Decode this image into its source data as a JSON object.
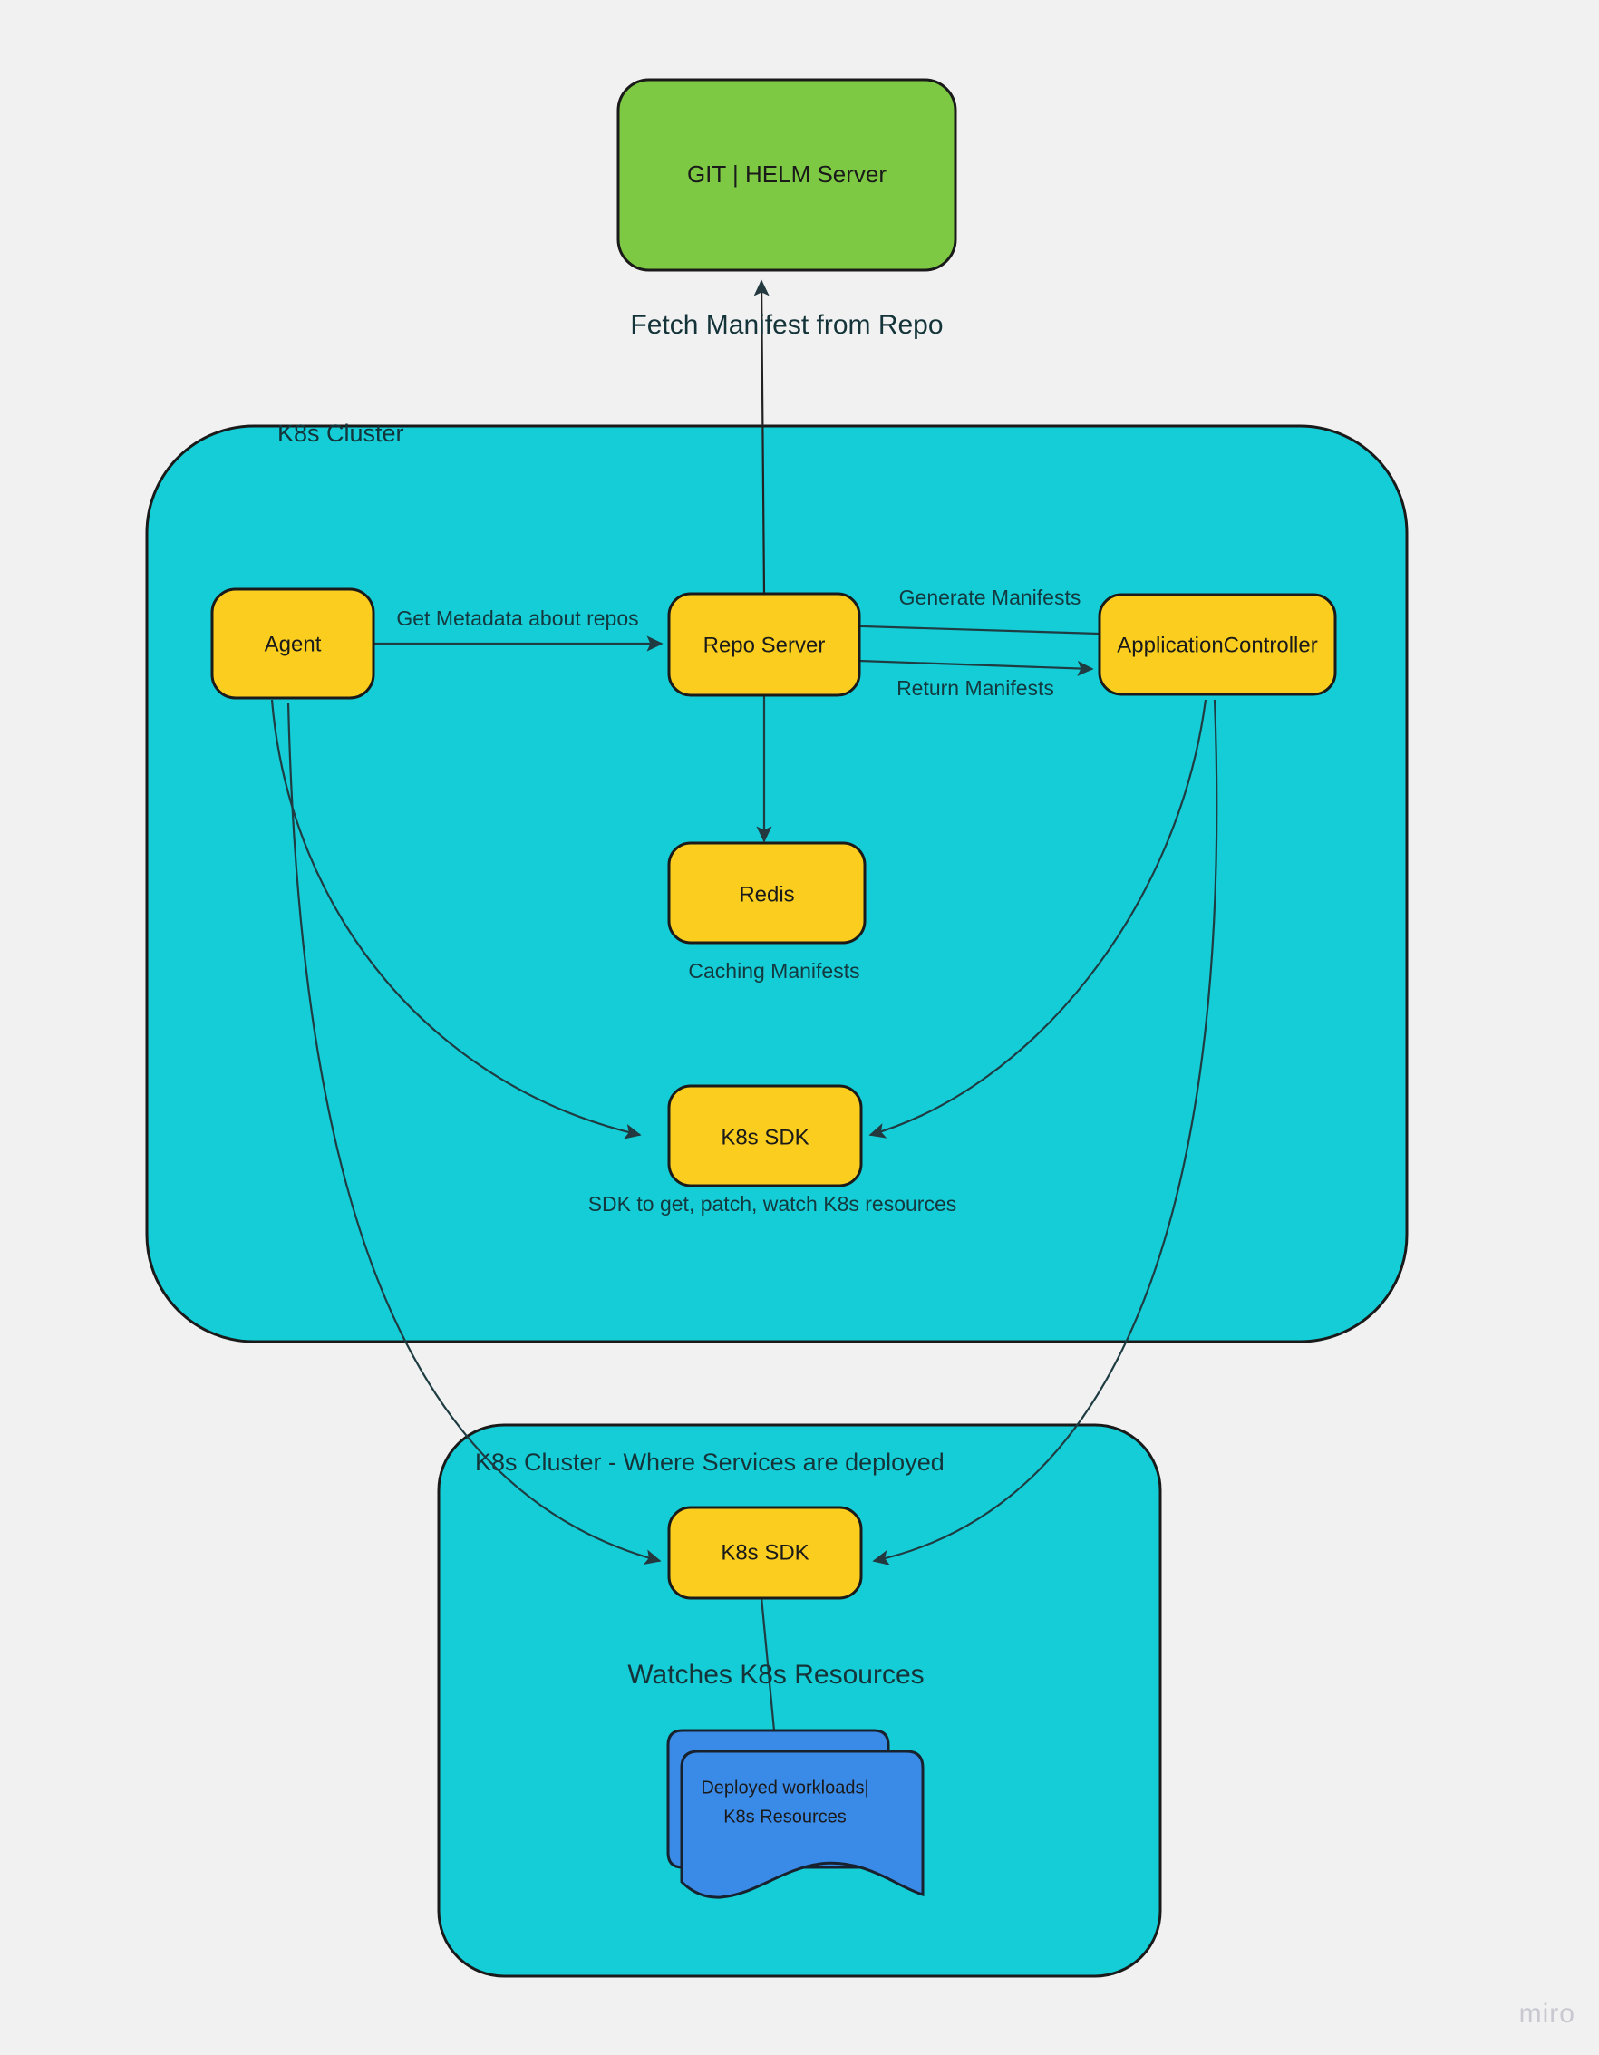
{
  "canvas": {
    "background": "#f1f1f1",
    "watermark": "miro"
  },
  "palette": {
    "node_fill": "#facd1e",
    "node_stroke": "#1a1a1a",
    "cluster_fill": "#15cdd6",
    "cluster_stroke": "#1a1a1a",
    "git_fill": "#7dc943",
    "workload_fill": "#3a8ae8",
    "workload_stroke": "#17222e",
    "connector_stroke": "#1e3c42",
    "text": "#14343a"
  },
  "nodes": {
    "git_helm_server": {
      "label": "GIT | HELM Server",
      "font_size": 26
    },
    "agent": {
      "label": "Agent",
      "font_size": 24
    },
    "repo_server": {
      "label": "Repo Server",
      "font_size": 24
    },
    "application_controller": {
      "label": "ApplicationController",
      "font_size": 24
    },
    "redis": {
      "label": "Redis",
      "font_size": 24
    },
    "k8s_sdk_top": {
      "label": "K8s SDK",
      "font_size": 24
    },
    "k8s_sdk_bottom": {
      "label": "K8s SDK",
      "font_size": 24
    },
    "deployed_workloads": {
      "label_line1": "Deployed workloads|",
      "label_line2": "K8s Resources",
      "font_size": 20
    }
  },
  "clusters": {
    "main": {
      "title": "K8s Cluster"
    },
    "services": {
      "title": "K8s Cluster - Where Services are deployed"
    }
  },
  "edges": [
    {
      "id": "fetch-manifest",
      "label": "Fetch Manifest from Repo",
      "from": "repo_server",
      "to": "git_helm_server"
    },
    {
      "id": "get-metadata",
      "label": "Get Metadata about repos",
      "from": "agent",
      "to": "repo_server"
    },
    {
      "id": "generate-manifests",
      "label": "Generate Manifests",
      "from": "application_controller",
      "to": "repo_server"
    },
    {
      "id": "return-manifests",
      "label": "Return Manifests",
      "from": "repo_server",
      "to": "application_controller"
    },
    {
      "id": "repo-to-redis",
      "label": "",
      "from": "repo_server",
      "to": "redis"
    },
    {
      "id": "agent-to-sdk-top",
      "label": "",
      "from": "agent",
      "to": "k8s_sdk_top"
    },
    {
      "id": "appctrl-to-sdk-top",
      "label": "",
      "from": "application_controller",
      "to": "k8s_sdk_top"
    },
    {
      "id": "agent-to-sdk-bottom",
      "label": "",
      "from": "agent",
      "to": "k8s_sdk_bottom"
    },
    {
      "id": "appctrl-to-sdk-bottom",
      "label": "",
      "from": "application_controller",
      "to": "k8s_sdk_bottom"
    },
    {
      "id": "sdk-to-workloads",
      "label": "Watches K8s Resources",
      "from": "k8s_sdk_bottom",
      "to": "deployed_workloads"
    }
  ],
  "captions": {
    "caching_manifests": "Caching Manifests",
    "sdk_description": "SDK to get, patch, watch K8s resources",
    "fetch_manifest": "Fetch Manifest from Repo",
    "watches_k8s_resources": "Watches K8s Resources",
    "get_metadata": "Get Metadata about repos",
    "generate_manifests": "Generate Manifests",
    "return_manifests": "Return Manifests"
  }
}
